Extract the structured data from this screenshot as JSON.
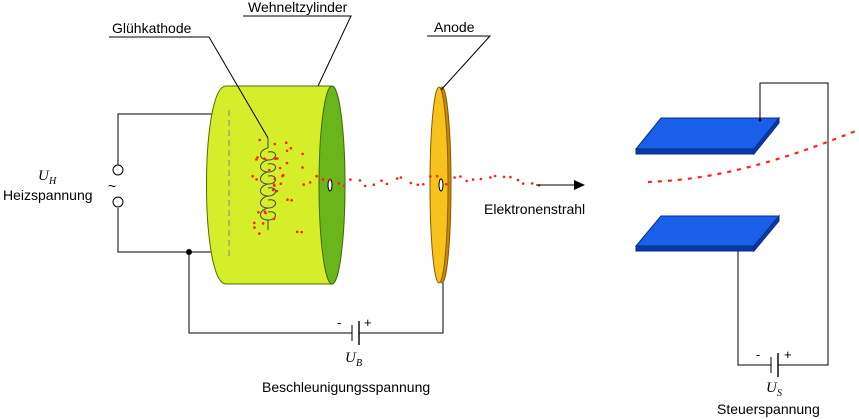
{
  "labels": {
    "cathode": "Glühkathode",
    "wehnelt": "Wehneltzylinder",
    "anode": "Anode",
    "beam": "Elektronenstrahl",
    "heater_voltage_symbol": "U",
    "heater_voltage_sub": "H",
    "heater_voltage_name": "Heizspannung",
    "accel_voltage_symbol": "U",
    "accel_voltage_sub": "B",
    "accel_voltage_name": "Beschleunigungsspannung",
    "control_voltage_symbol": "U",
    "control_voltage_sub": "S",
    "control_voltage_name": "Steuerspannung",
    "minus": "-",
    "plus": "+",
    "ac_symbol": "~"
  },
  "colors": {
    "cylinder_fill": "#d4ee2a",
    "cylinder_face": "#6ab51a",
    "anode_fill": "#f8c21c",
    "anode_edge": "#c48a00",
    "plate_fill": "#1a5fe8",
    "plate_edge": "#0a2c8c",
    "electron": "#ff2020",
    "wire": "#000000"
  }
}
